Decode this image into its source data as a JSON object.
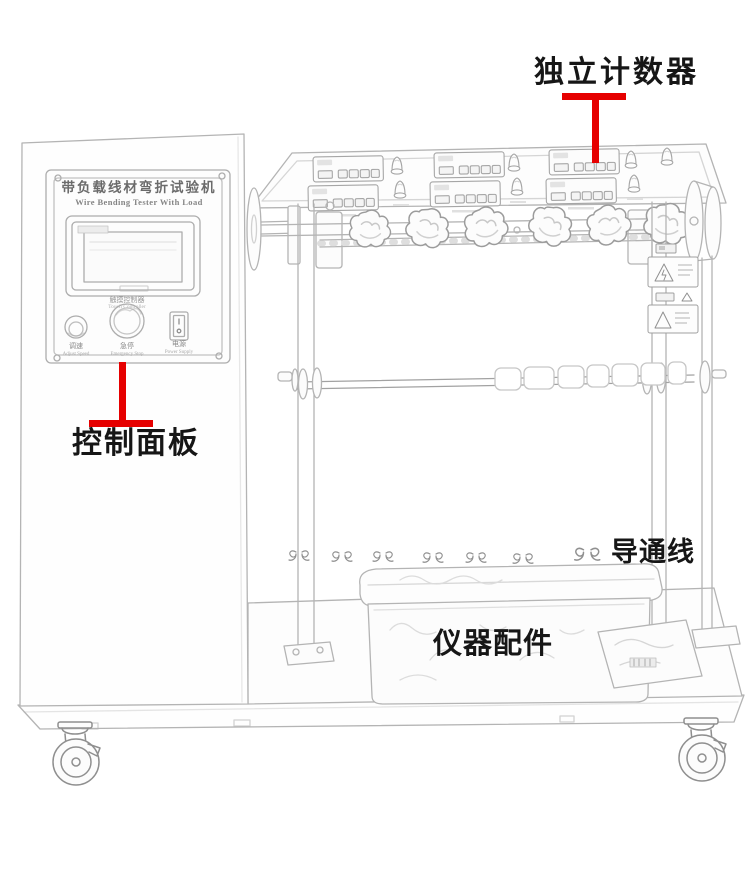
{
  "annotations": {
    "independent_counter": {
      "label": "独立计数器"
    },
    "control_panel": {
      "label": "控制面板"
    },
    "conduction_wire": {
      "label": "导通线"
    },
    "accessories": {
      "label": "仪器配件"
    }
  },
  "machine": {
    "panel": {
      "title_cn": "带负载线材弯折试验机",
      "title_en": "Wire Bending Tester With Load",
      "touch_controller_cn": "触摸控制器",
      "touch_controller_en": "Touch Controller",
      "speed_cn": "调速",
      "speed_en": "Adjust Speed",
      "estop_cn": "急停",
      "estop_en": "Emergency Stop",
      "power_cn": "电源",
      "power_en": "Power Supply"
    }
  },
  "colors": {
    "annotation_line": "#e60000",
    "annotation_text": "#161616",
    "sketch_stroke": "#b4b4b4"
  }
}
